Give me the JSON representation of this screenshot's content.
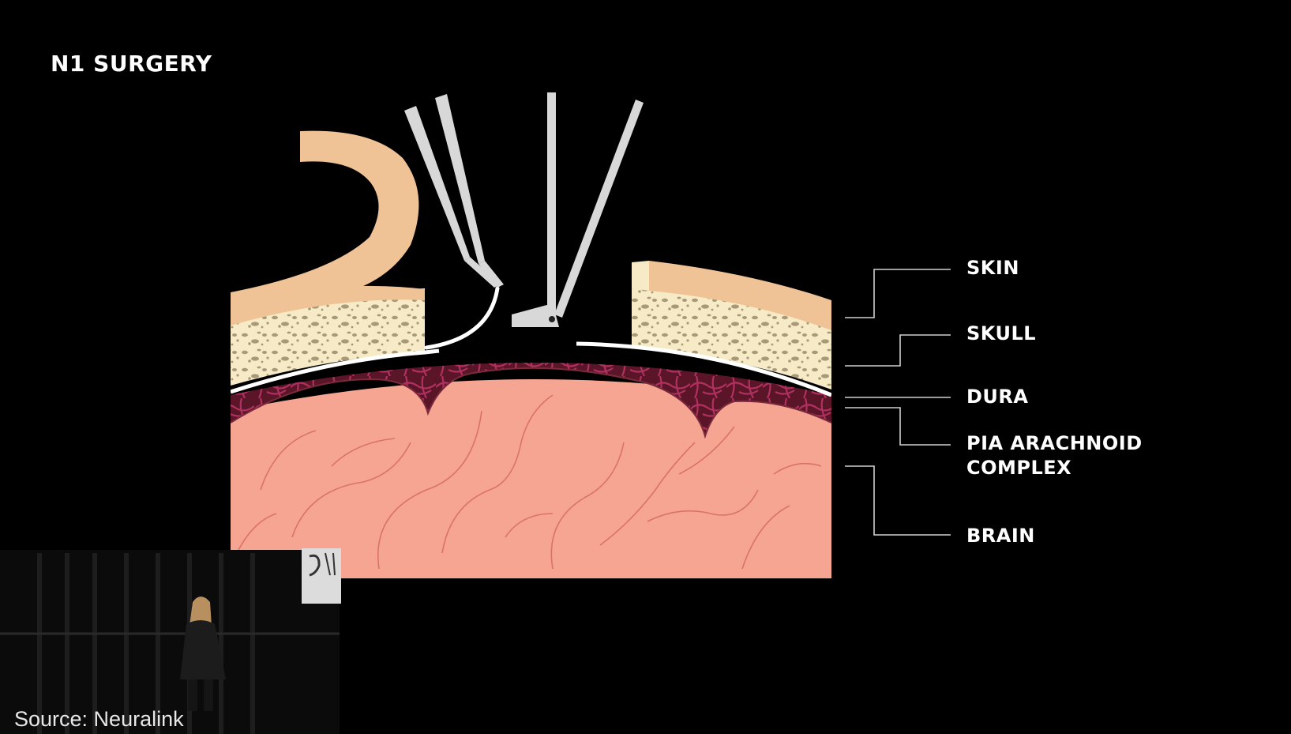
{
  "title": "N1 SURGERY",
  "labels": {
    "skin": "SKIN",
    "skull": "SKULL",
    "dura": "DURA",
    "pia_line1": "PIA ARACHNOID",
    "pia_line2": "COMPLEX",
    "brain": "BRAIN"
  },
  "source": "Source: Neuralink",
  "colors": {
    "skin": "#f0c397",
    "skull": "#f6ebc6",
    "skull_speckle": "#a89a78",
    "dura": "#ffffff",
    "pia": "#5a1528",
    "pia_vessels": "#b03060",
    "brain": "#f7a593",
    "brain_folds": "#d9736a",
    "instrument": "#d8d8d8",
    "leader_lines": "#cfcfcf"
  }
}
